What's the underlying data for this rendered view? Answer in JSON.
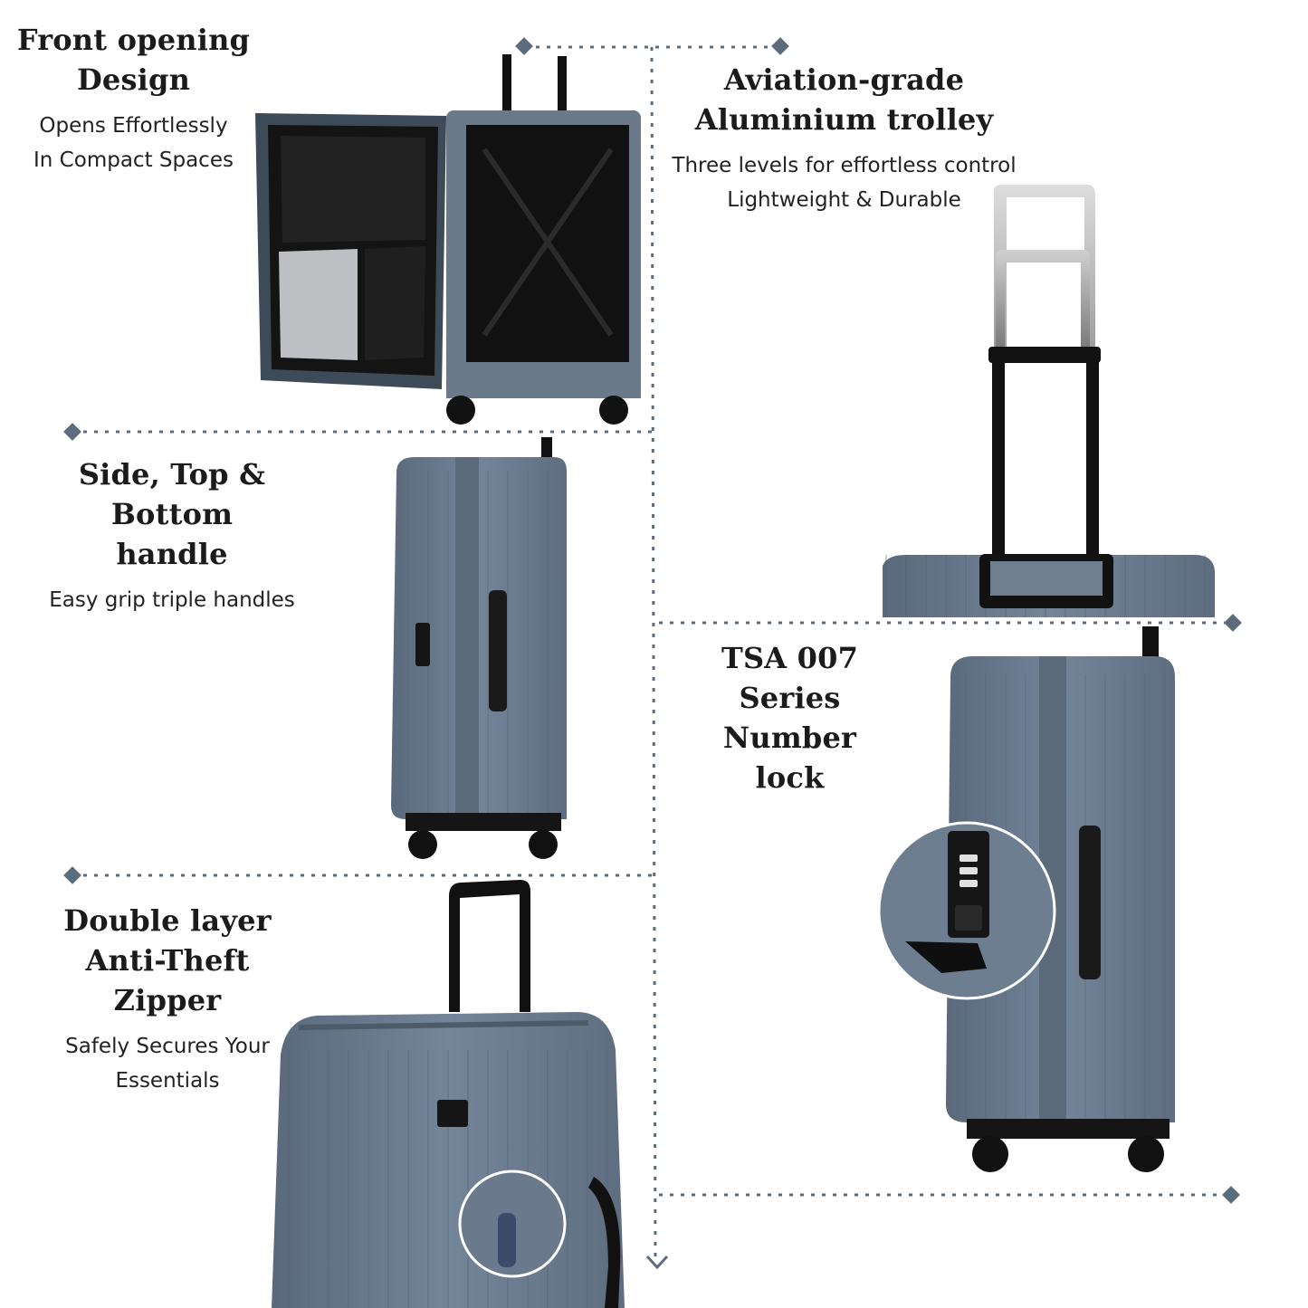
{
  "accent_color": "#5d6c7c",
  "case_color": "#67788a",
  "features": [
    {
      "title_lines": [
        "Front opening",
        "Design"
      ],
      "subtitle_lines": [
        "Opens Effortlessly",
        "In Compact Spaces"
      ]
    },
    {
      "title_lines": [
        "Aviation-grade",
        "Aluminium trolley"
      ],
      "subtitle_lines": [
        "Three levels for effortless control",
        "Lightweight & Durable"
      ]
    },
    {
      "title_lines": [
        "Side, Top & Bottom",
        "handle"
      ],
      "subtitle_lines": [
        "Easy grip triple handles"
      ]
    },
    {
      "title_lines": [
        "TSA 007",
        "Series Number",
        "lock"
      ],
      "subtitle_lines": []
    },
    {
      "title_lines": [
        "Double layer",
        "Anti-Theft Zipper"
      ],
      "subtitle_lines": [
        "Safely Secures Your",
        "Essentials"
      ]
    }
  ],
  "images": [
    {
      "name": "open-suitcase-image"
    },
    {
      "name": "trolley-handle-image"
    },
    {
      "name": "side-view-suitcase-image"
    },
    {
      "name": "tsa-lock-suitcase-image"
    },
    {
      "name": "zipper-suitcase-image"
    }
  ]
}
